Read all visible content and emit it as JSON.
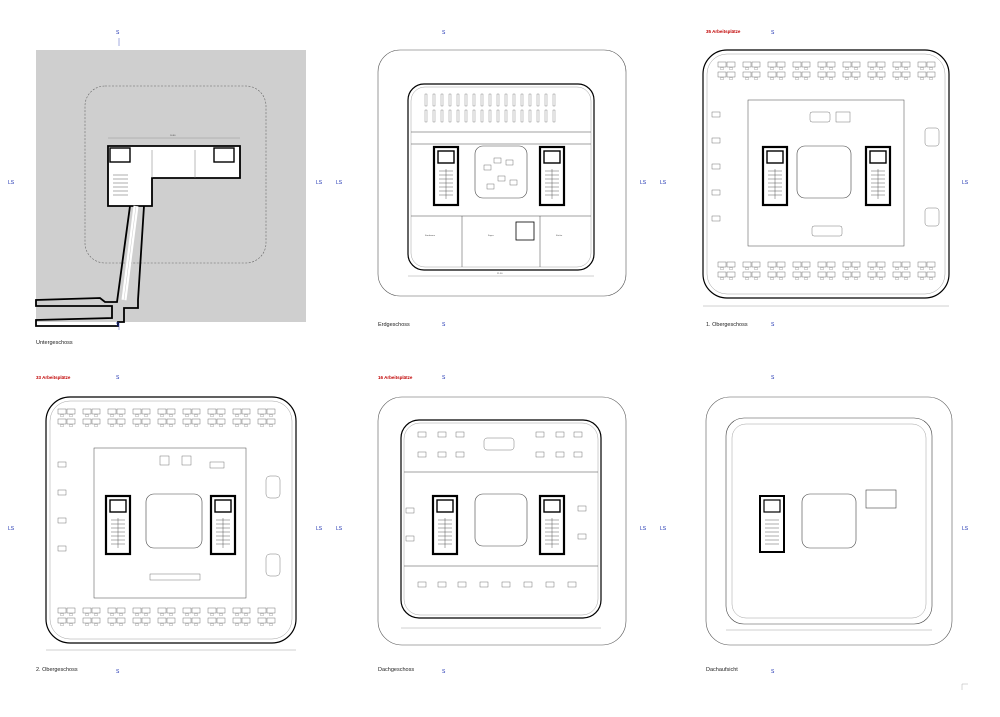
{
  "floors": [
    {
      "key": "ug",
      "label": "Untergeschoss",
      "capacity": ""
    },
    {
      "key": "eg",
      "label": "Erdgeschoss",
      "capacity": ""
    },
    {
      "key": "og1",
      "label": "1. Obergeschoss",
      "capacity": "35 Arbeitsplätze"
    },
    {
      "key": "og2",
      "label": "2. Obergeschoss",
      "capacity": "33 Arbeitsplätze"
    },
    {
      "key": "dg",
      "label": "Dachgeschoss",
      "capacity": "16 Arbeitsplätze"
    },
    {
      "key": "da",
      "label": "Dachaufsicht",
      "capacity": ""
    }
  ],
  "section_marker_top": "S",
  "section_marker_side": "LS",
  "colors": {
    "line": "#2a2a2a",
    "wall": "#000000",
    "grey_fill": "#cfcfcf",
    "marker": "#1a2fb0",
    "capacity": "#c00000"
  }
}
